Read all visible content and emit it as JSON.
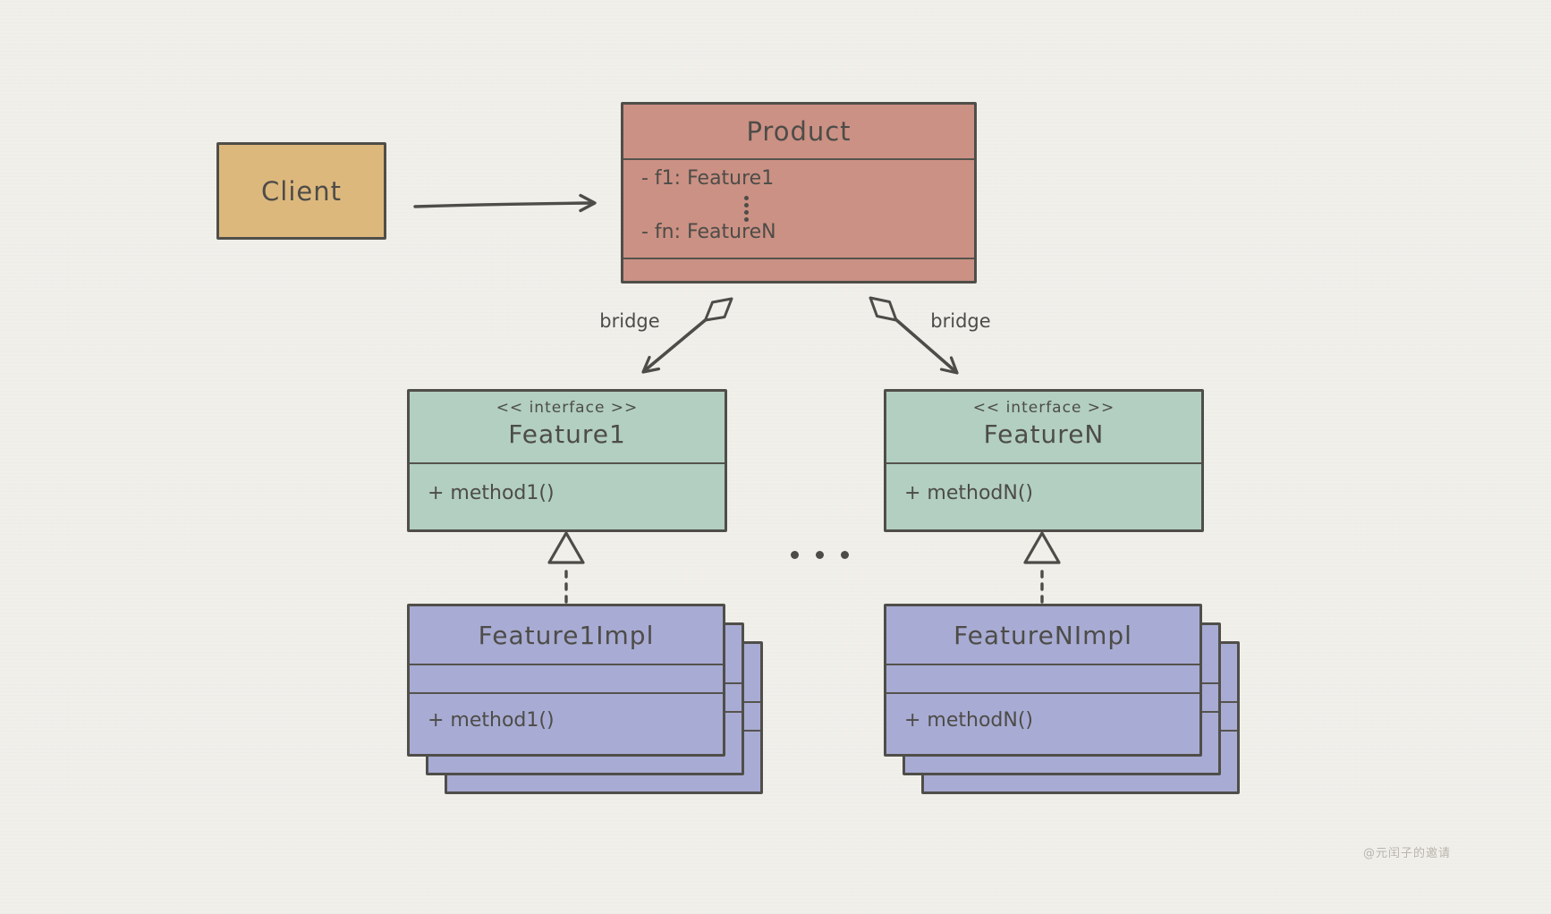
{
  "diagram": {
    "type": "uml-class-diagram",
    "pattern": "Bridge",
    "colors": {
      "background": "#f0efea",
      "ink": "#4d4c48",
      "client_fill": "#ddb87d",
      "product_fill": "#cb9184",
      "interface_fill": "#b2cfc1",
      "impl_fill": "#a8abd3",
      "watermark": "#b9b5ac"
    },
    "nodes": {
      "client": {
        "label": "Client"
      },
      "product": {
        "title": "Product",
        "field_f1": "- f1: Feature1",
        "field_fn": "- fn: FeatureN",
        "fields_ellipsis_icon": "vertical-ellipsis-icon"
      },
      "feature1": {
        "stereotype": "<< interface >>",
        "title": "Feature1",
        "method": "+ method1()"
      },
      "featureN": {
        "stereotype": "<< interface >>",
        "title": "FeatureN",
        "method": "+ methodN()"
      },
      "feature1Impl": {
        "title": "Feature1Impl",
        "method": "+ method1()",
        "stacked_copies": 3
      },
      "featureNImpl": {
        "title": "FeatureNImpl",
        "method": "+ methodN()",
        "stacked_copies": 3
      }
    },
    "edges": {
      "client_to_product": {
        "type": "association",
        "arrow_icon": "open-arrowhead-icon"
      },
      "bridge_left": {
        "label": "bridge",
        "type": "aggregation",
        "diamond_icon": "hollow-diamond-icon",
        "arrow_icon": "open-arrowhead-icon"
      },
      "bridge_right": {
        "label": "bridge",
        "type": "aggregation",
        "diamond_icon": "hollow-diamond-icon",
        "arrow_icon": "open-arrowhead-icon"
      },
      "realization_left": {
        "type": "realization",
        "arrow_icon": "hollow-triangle-icon"
      },
      "realization_right": {
        "type": "realization",
        "arrow_icon": "hollow-triangle-icon"
      }
    },
    "more_columns_ellipsis_icon": "horizontal-ellipsis-icon",
    "watermark": {
      "text": "@元闰子的邀请"
    }
  }
}
